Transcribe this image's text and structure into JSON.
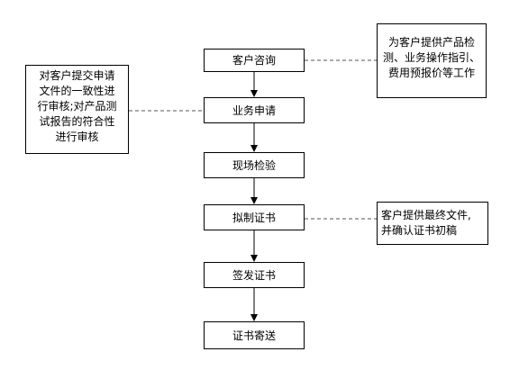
{
  "steps": [
    {
      "label": "客户咨询"
    },
    {
      "label": "业务申请"
    },
    {
      "label": "现场检验"
    },
    {
      "label": "拟制证书"
    },
    {
      "label": "签发证书"
    },
    {
      "label": "证书寄送"
    }
  ],
  "notes": {
    "consult": [
      "为客户提供产品检",
      "测、业务操作指引、",
      "费用预报价等工作"
    ],
    "apply": [
      "对客户提交申请",
      "文件的一致性进",
      "行审核;对产品测",
      "试报告的符合性",
      "进行审核"
    ],
    "draft": [
      "客户提供最终文件,",
      "并确认证书初稿"
    ]
  },
  "colors": {
    "line": "#000000",
    "dashed": "#555555"
  }
}
